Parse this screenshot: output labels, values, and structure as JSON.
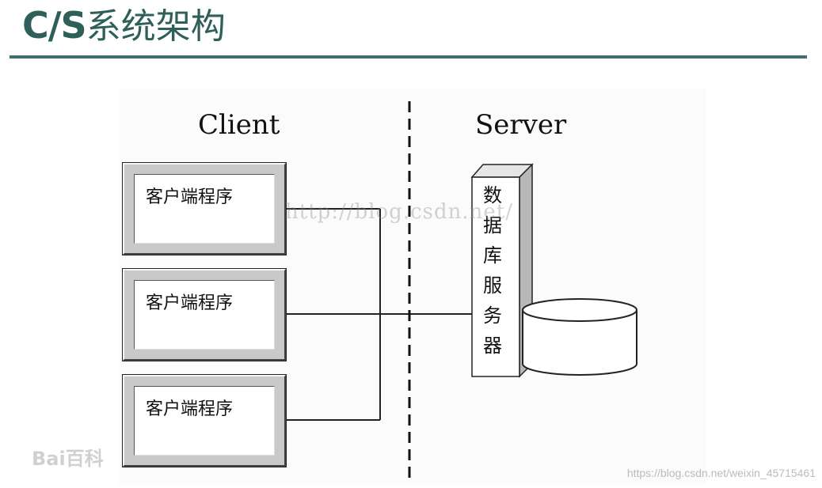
{
  "title": {
    "latin": "C/S",
    "cjk": "系统架构"
  },
  "diagram": {
    "client_heading": "Client",
    "server_heading": "Server",
    "clients": [
      {
        "label": "客户端程序"
      },
      {
        "label": "客户端程序"
      },
      {
        "label": "客户端程序"
      }
    ],
    "server_label": "数据库服务器"
  },
  "watermarks": {
    "url_overlay": "http://blog.csdn.net/",
    "baidu": "Bai百科",
    "csdn": "https://blog.csdn.net/weixin_45715461"
  },
  "colors": {
    "title": "#2e5f59",
    "rule": "#3f6f72"
  }
}
